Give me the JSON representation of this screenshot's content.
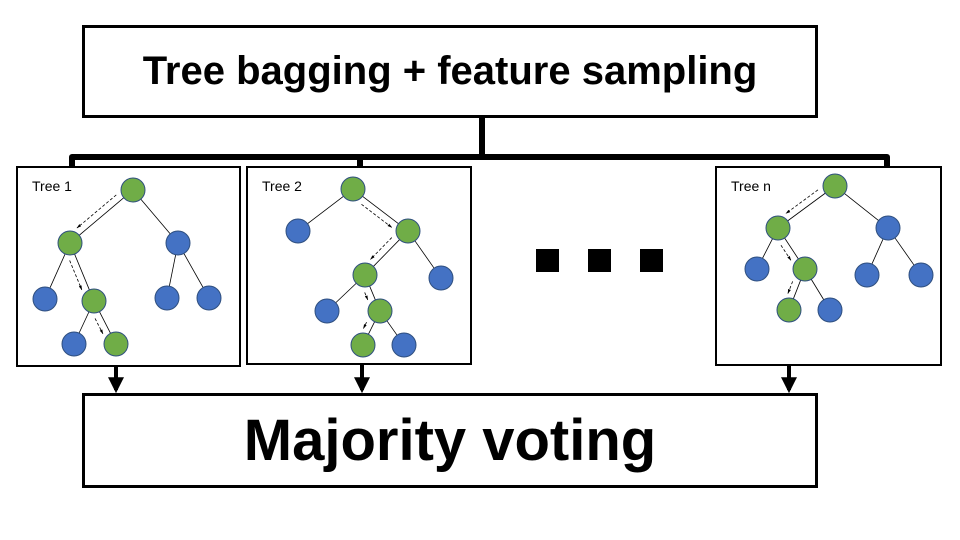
{
  "header": {
    "title": "Tree bagging + feature sampling"
  },
  "trees": [
    {
      "label": "Tree 1"
    },
    {
      "label": "Tree 2"
    },
    {
      "label": "Tree n"
    }
  ],
  "output": {
    "label": "Majority voting"
  },
  "colors": {
    "selected_node": "#70ad47",
    "other_node": "#4472c4",
    "node_outline": "#2f4f7f",
    "line": "#000000"
  }
}
